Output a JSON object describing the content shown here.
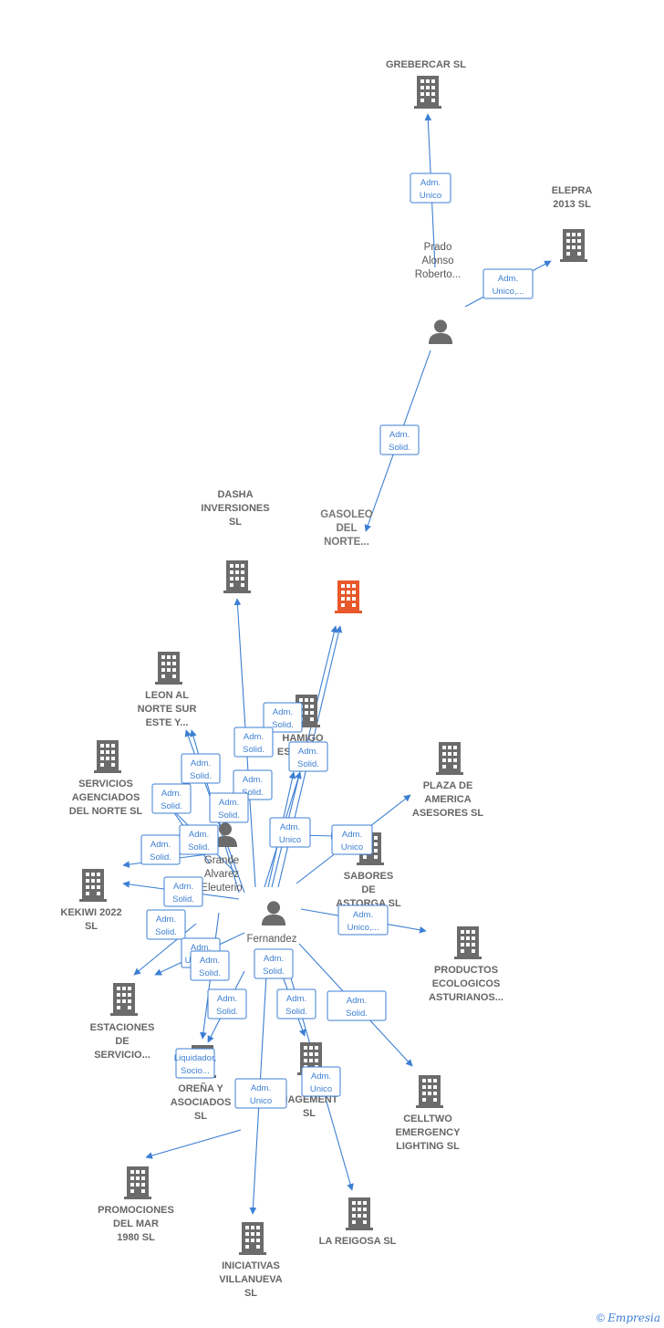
{
  "colors": {
    "edge": "#3c7fd3",
    "building": "#6b6b6b",
    "main_building": "#e8582a",
    "person": "#6b6b6b"
  },
  "companies": [
    {
      "id": "grebercar",
      "lines": [
        "GREBERCAR SL"
      ]
    },
    {
      "id": "elepra",
      "lines": [
        "ELEPRA",
        "2013  SL"
      ]
    },
    {
      "id": "dasha",
      "lines": [
        "DASHA",
        "INVERSIONES",
        "SL"
      ]
    },
    {
      "id": "gasoleo",
      "lines": [
        "GASOLEO",
        "DEL",
        "NORTE..."
      ],
      "main": true
    },
    {
      "id": "leon",
      "lines": [
        "LEON AL",
        "NORTE SUR",
        "ESTE Y..."
      ]
    },
    {
      "id": "hamigo",
      "lines": [
        "HAMIGO",
        "ESTUDIOS"
      ]
    },
    {
      "id": "servicios",
      "lines": [
        "SERVICIOS",
        "AGENCIADOS",
        "DEL NORTE  SL"
      ]
    },
    {
      "id": "plaza",
      "lines": [
        "PLAZA DE",
        "AMERICA",
        "ASESORES  SL"
      ]
    },
    {
      "id": "sabores",
      "lines": [
        "SABORES",
        "DE",
        "ASTORGA  SL"
      ]
    },
    {
      "id": "kekiwi",
      "lines": [
        "KEKIWI 2022",
        "SL"
      ]
    },
    {
      "id": "productos",
      "lines": [
        "PRODUCTOS",
        "ECOLOGICOS",
        "ASTURIANOS..."
      ]
    },
    {
      "id": "estaciones",
      "lines": [
        "ESTACIONES",
        "DE",
        "SERVICIO..."
      ]
    },
    {
      "id": "orena",
      "lines": [
        "OREÑA Y",
        "ASOCIADOS",
        "SL"
      ]
    },
    {
      "id": "management",
      "lines": [
        "PO",
        "NAGEMENT",
        "SL"
      ]
    },
    {
      "id": "celltwo",
      "lines": [
        "CELLTWO",
        "EMERGENCY",
        "LIGHTING SL"
      ]
    },
    {
      "id": "promociones",
      "lines": [
        "PROMOCIONES",
        "DEL MAR",
        "1980 SL"
      ]
    },
    {
      "id": "lareigosa",
      "lines": [
        "LA REIGOSA SL"
      ]
    },
    {
      "id": "iniciativas",
      "lines": [
        "INICIATIVAS",
        "VILLANUEVA",
        "SL"
      ]
    }
  ],
  "persons": [
    {
      "id": "prado",
      "lines": [
        "Prado",
        "Alonso",
        "Roberto..."
      ]
    },
    {
      "id": "grande",
      "lines": [
        "Grande",
        "Alvarez",
        "Eleuterio"
      ]
    },
    {
      "id": "fernandez",
      "lines": [
        "Fernandez"
      ]
    }
  ],
  "edge_labels": [
    {
      "id": "e1",
      "lines": [
        "Adm.",
        "Unico"
      ]
    },
    {
      "id": "e2",
      "lines": [
        "Adm.",
        "Unico,..."
      ]
    },
    {
      "id": "e3",
      "lines": [
        "Adm.",
        "Solid."
      ]
    },
    {
      "id": "e4",
      "lines": [
        "Adm.",
        "Solid."
      ]
    },
    {
      "id": "e5",
      "lines": [
        "Adm.",
        "Solid."
      ]
    },
    {
      "id": "e6",
      "lines": [
        "Adm.",
        "Solid."
      ]
    },
    {
      "id": "e7",
      "lines": [
        "Adm.",
        "Solid."
      ]
    },
    {
      "id": "e8",
      "lines": [
        "Adm.",
        "Solid."
      ]
    },
    {
      "id": "e9",
      "lines": [
        "Adm.",
        "Solid."
      ]
    },
    {
      "id": "e10",
      "lines": [
        "Adm.",
        "Solid."
      ]
    },
    {
      "id": "e11",
      "lines": [
        "Adm.",
        "Solid."
      ]
    },
    {
      "id": "e12",
      "lines": [
        "Adm.",
        "Solid."
      ]
    },
    {
      "id": "e13",
      "lines": [
        "Adm.",
        "Unico"
      ]
    },
    {
      "id": "e14",
      "lines": [
        "Adm.",
        "Unico"
      ]
    },
    {
      "id": "e15",
      "lines": [
        "Adm.",
        "Solid."
      ]
    },
    {
      "id": "e16",
      "lines": [
        "Adm.",
        "Solid."
      ]
    },
    {
      "id": "e17",
      "lines": [
        "Adm.",
        "Unico,..."
      ]
    },
    {
      "id": "e18",
      "lines": [
        "Adm.",
        "Solid."
      ]
    },
    {
      "id": "e19",
      "lines": [
        "Adm.",
        "Solid."
      ]
    },
    {
      "id": "e20",
      "lines": [
        "Adm.",
        "Solid."
      ]
    },
    {
      "id": "e21",
      "lines": [
        "Adm.",
        "Solid."
      ]
    },
    {
      "id": "e22",
      "lines": [
        "Adm.",
        "Solid."
      ]
    },
    {
      "id": "e23",
      "lines": [
        "Liquidador,",
        "Socio..."
      ]
    },
    {
      "id": "e24",
      "lines": [
        "Adm.",
        "Unico"
      ]
    },
    {
      "id": "e25",
      "lines": [
        "Adm.",
        "Unico"
      ]
    },
    {
      "id": "e26",
      "lines": [
        "Adm.",
        "Unico,..."
      ]
    }
  ],
  "footer": {
    "copyright": "©",
    "brand": "Empresia"
  }
}
